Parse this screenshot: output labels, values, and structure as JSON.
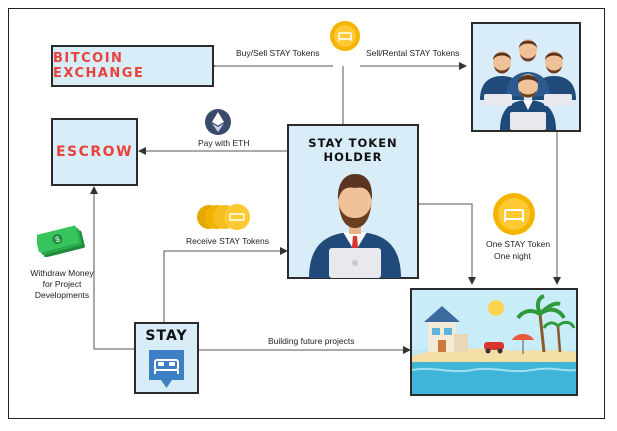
{
  "nodes": {
    "bitcoin_exchange": "BITCOIN EXCHANGE",
    "escrow": "ESCROW",
    "stay_token_holder": "STAY TOKEN HOLDER",
    "stay": "STAY"
  },
  "edges": {
    "buy_sell": "Buy/Sell STAY Tokens",
    "sell_rental": "Sell/Rental STAY Tokens",
    "pay_eth": "Pay with ETH",
    "receive": "Receive  STAY Tokens",
    "one_token": "One STAY Token",
    "one_night": "One night",
    "withdraw_1": "Withdraw Money",
    "withdraw_2": "for Project",
    "withdraw_3": "Developments",
    "building": "Building future projects"
  },
  "colors": {
    "box_fill": "#d8edf8",
    "title_red": "#e8423c",
    "coin_gold": "#f5b400",
    "eth_navy": "#3a4a6b"
  },
  "icons": [
    "coin-icon",
    "ethereum-icon",
    "coin-stack-icon",
    "money-icon",
    "bed-icon",
    "businessman-icon",
    "team-icon",
    "beach-illustration"
  ]
}
